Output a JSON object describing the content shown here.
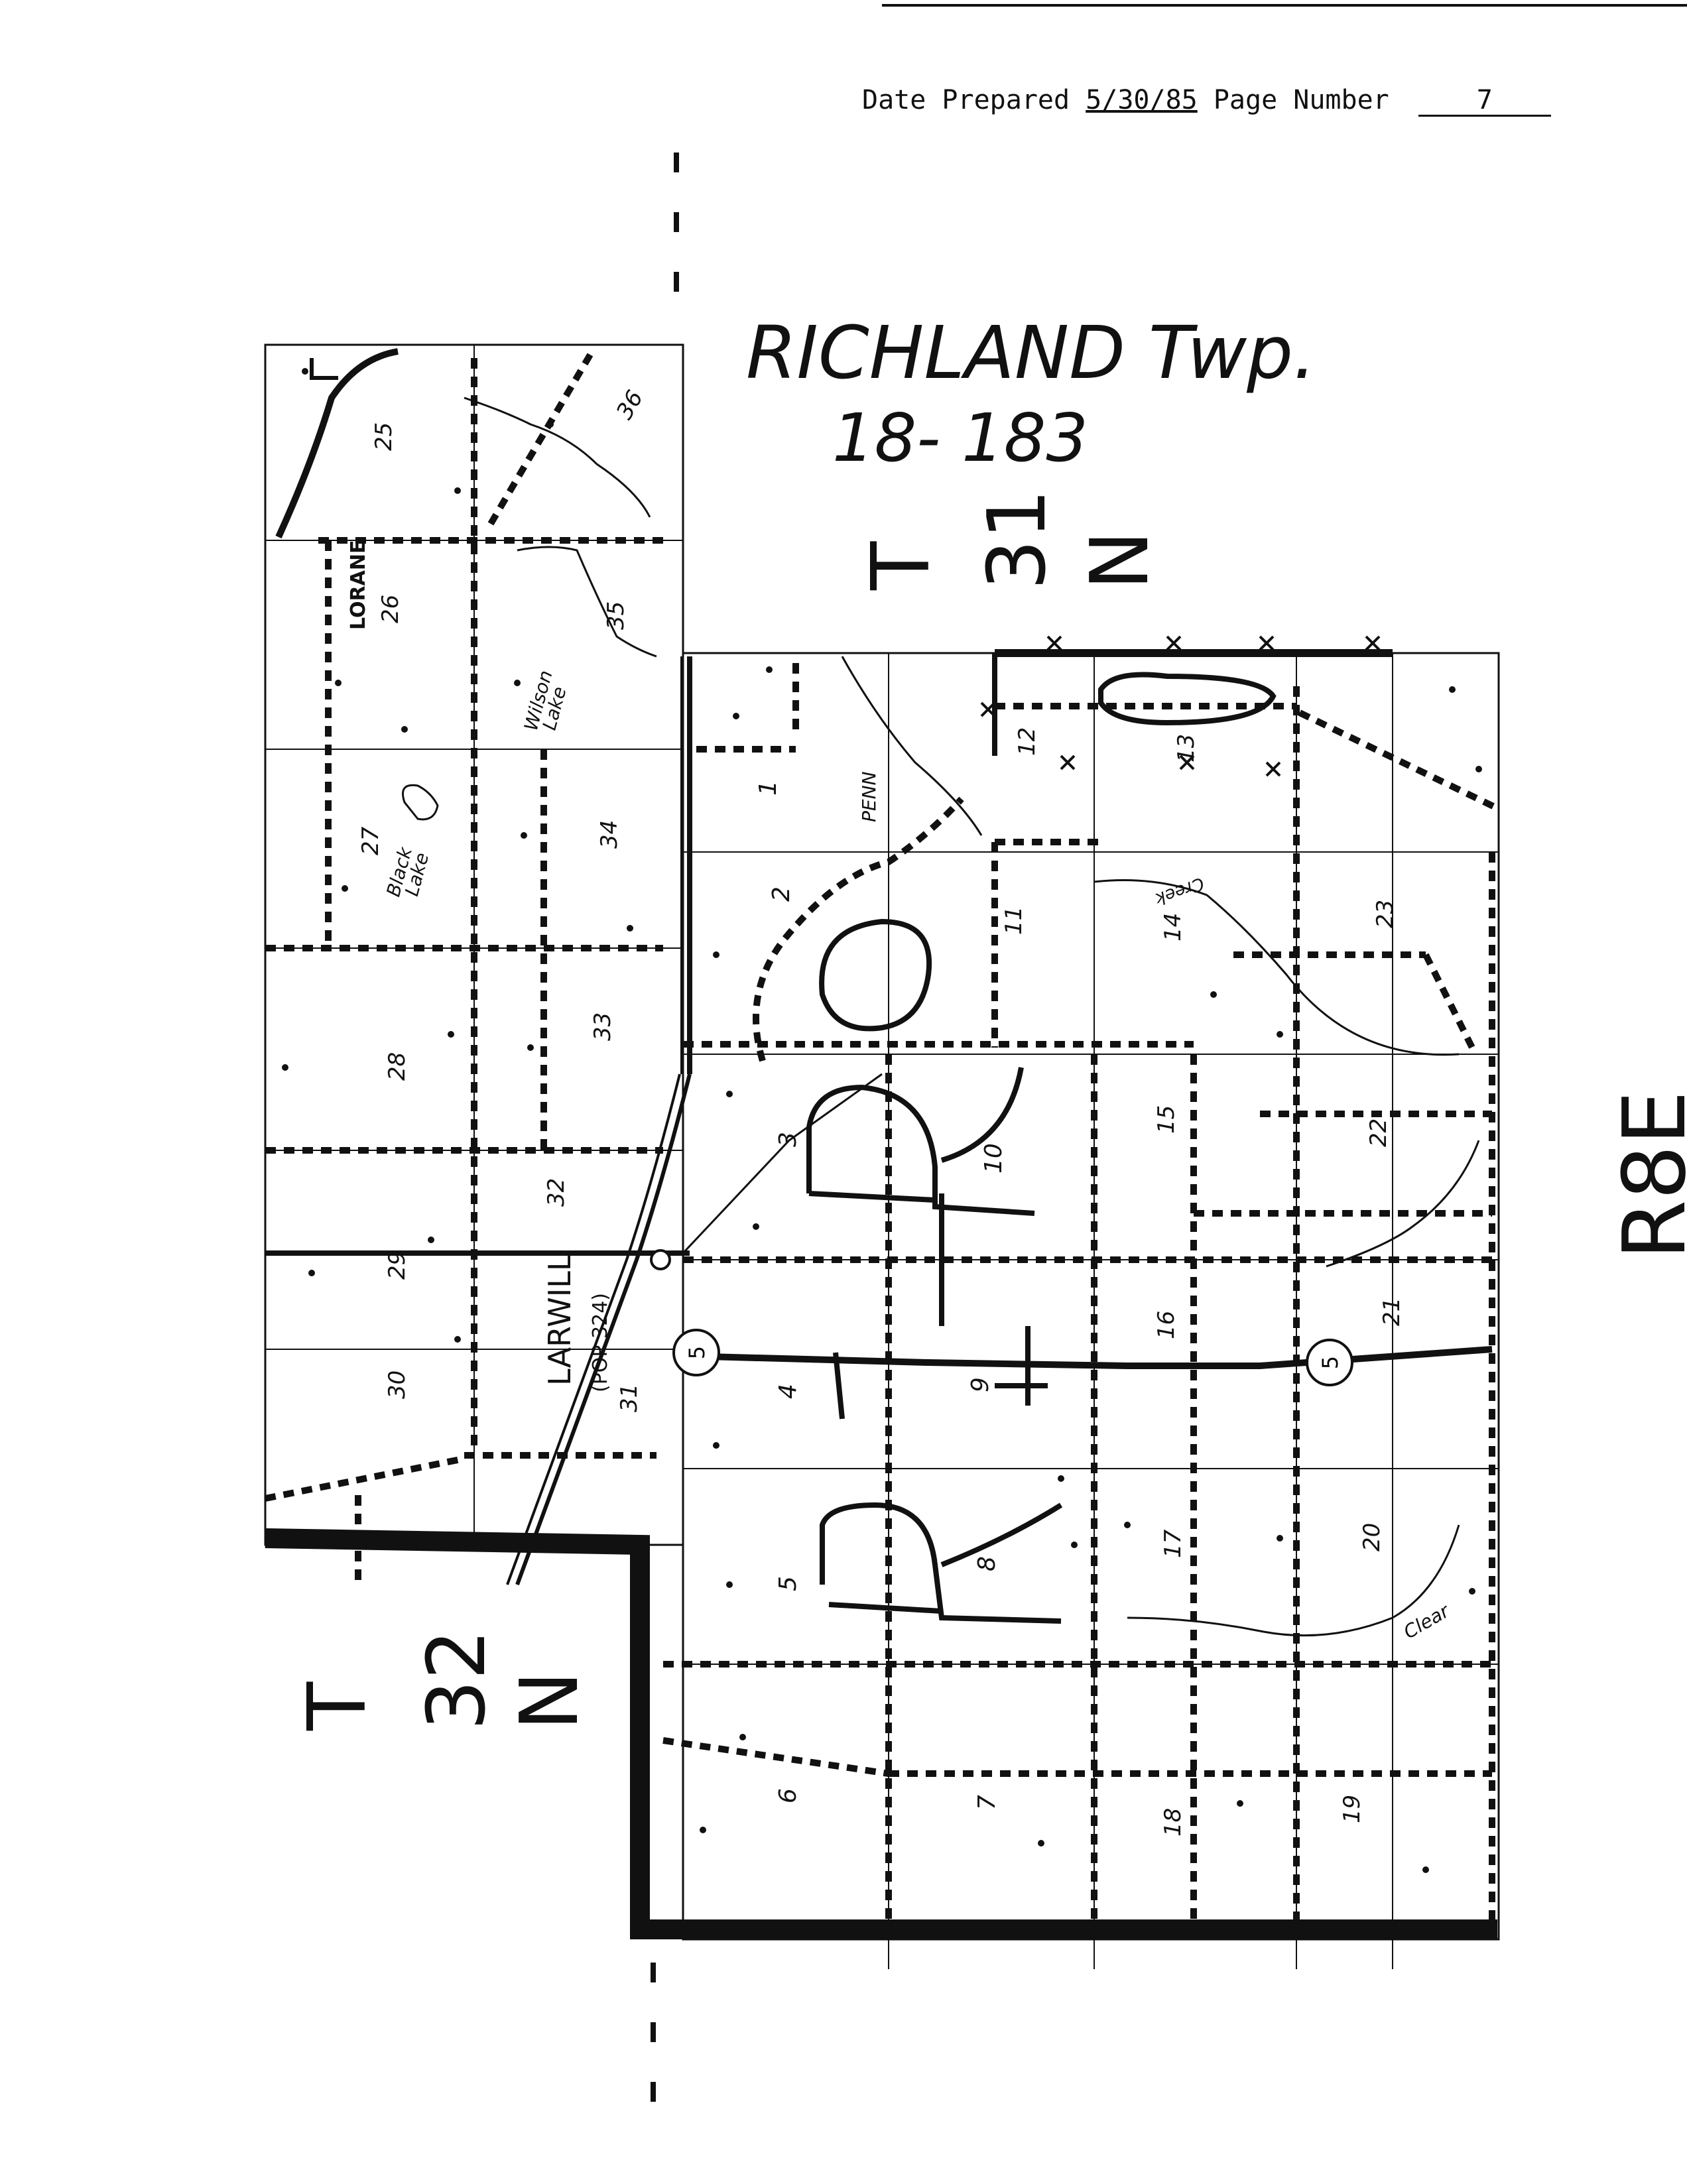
{
  "header": {
    "date_label": "Date Prepared",
    "date_value": "5/30/85",
    "page_label": "Page Number",
    "page_value": "7"
  },
  "title": {
    "line1": "RICHLAND Twp.",
    "line2": "18- 183"
  },
  "township_labels": {
    "t31": [
      "T",
      "31",
      "N"
    ],
    "t32": [
      "T",
      "32",
      "N"
    ],
    "range": "R8E"
  },
  "place_labels": {
    "lorane": "LORANE",
    "wilson_lake": [
      "Wilson",
      "Lake"
    ],
    "black_lake": [
      "Black",
      "Lake"
    ],
    "penn": "PENN",
    "larwill": "LARWILL",
    "population": "(POP 324)",
    "creek": "Creek",
    "clear": "Clear"
  },
  "route_markers": [
    "5",
    "5"
  ],
  "sections": {
    "west": [
      "25",
      "36",
      "26",
      "35",
      "27",
      "34",
      "28",
      "33",
      "29",
      "32",
      "30",
      "31"
    ],
    "middle": [
      "1",
      "2",
      "3",
      "10",
      "4",
      "9",
      "5",
      "8",
      "6",
      "7"
    ],
    "east": [
      "12",
      "13",
      "11",
      "14",
      "23",
      "15",
      "22",
      "16",
      "21",
      "17",
      "20",
      "18",
      "19"
    ]
  },
  "colors": {
    "ink": "#111111",
    "paper": "#ffffff"
  }
}
